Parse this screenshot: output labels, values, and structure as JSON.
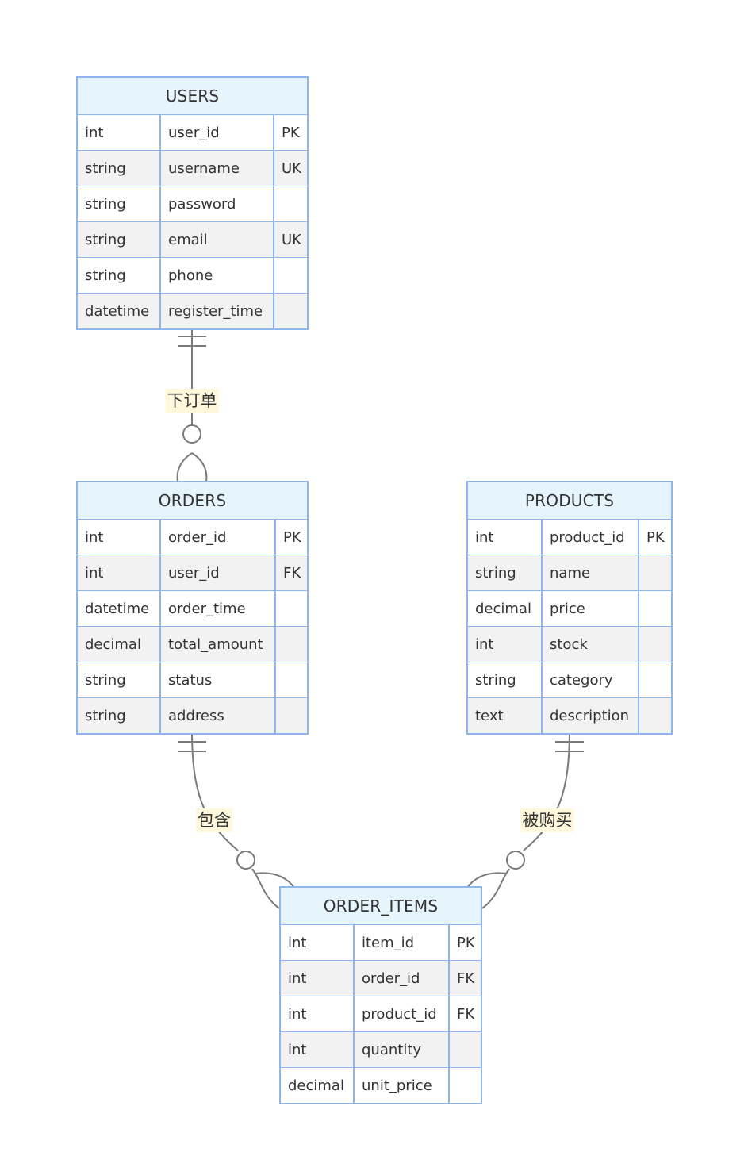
{
  "entities": {
    "users": {
      "title": "USERS",
      "attributes": [
        {
          "type": "int",
          "name": "user_id",
          "key": "PK"
        },
        {
          "type": "string",
          "name": "username",
          "key": "UK"
        },
        {
          "type": "string",
          "name": "password",
          "key": ""
        },
        {
          "type": "string",
          "name": "email",
          "key": "UK"
        },
        {
          "type": "string",
          "name": "phone",
          "key": ""
        },
        {
          "type": "datetime",
          "name": "register_time",
          "key": ""
        }
      ]
    },
    "orders": {
      "title": "ORDERS",
      "attributes": [
        {
          "type": "int",
          "name": "order_id",
          "key": "PK"
        },
        {
          "type": "int",
          "name": "user_id",
          "key": "FK"
        },
        {
          "type": "datetime",
          "name": "order_time",
          "key": ""
        },
        {
          "type": "decimal",
          "name": "total_amount",
          "key": ""
        },
        {
          "type": "string",
          "name": "status",
          "key": ""
        },
        {
          "type": "string",
          "name": "address",
          "key": ""
        }
      ]
    },
    "products": {
      "title": "PRODUCTS",
      "attributes": [
        {
          "type": "int",
          "name": "product_id",
          "key": "PK"
        },
        {
          "type": "string",
          "name": "name",
          "key": ""
        },
        {
          "type": "decimal",
          "name": "price",
          "key": ""
        },
        {
          "type": "int",
          "name": "stock",
          "key": ""
        },
        {
          "type": "string",
          "name": "category",
          "key": ""
        },
        {
          "type": "text",
          "name": "description",
          "key": ""
        }
      ]
    },
    "order_items": {
      "title": "ORDER_ITEMS",
      "attributes": [
        {
          "type": "int",
          "name": "item_id",
          "key": "PK"
        },
        {
          "type": "int",
          "name": "order_id",
          "key": "FK"
        },
        {
          "type": "int",
          "name": "product_id",
          "key": "FK"
        },
        {
          "type": "int",
          "name": "quantity",
          "key": ""
        },
        {
          "type": "decimal",
          "name": "unit_price",
          "key": ""
        }
      ]
    }
  },
  "relationships": [
    {
      "label": "下订单",
      "from": "USERS",
      "to": "ORDERS",
      "from_cardinality": "exactly-one",
      "to_cardinality": "zero-or-many"
    },
    {
      "label": "包含",
      "from": "ORDERS",
      "to": "ORDER_ITEMS",
      "from_cardinality": "exactly-one",
      "to_cardinality": "zero-or-many"
    },
    {
      "label": "被购买",
      "from": "PRODUCTS",
      "to": "ORDER_ITEMS",
      "from_cardinality": "exactly-one",
      "to_cardinality": "zero-or-many"
    }
  ],
  "colors": {
    "entity_border": "#8fb5ee",
    "header_fill": "#e6f4fc",
    "row_alt_fill": "#f2f2f2",
    "line": "#7a7a7a",
    "label_bg": "#fff8dc",
    "text": "#333333"
  }
}
